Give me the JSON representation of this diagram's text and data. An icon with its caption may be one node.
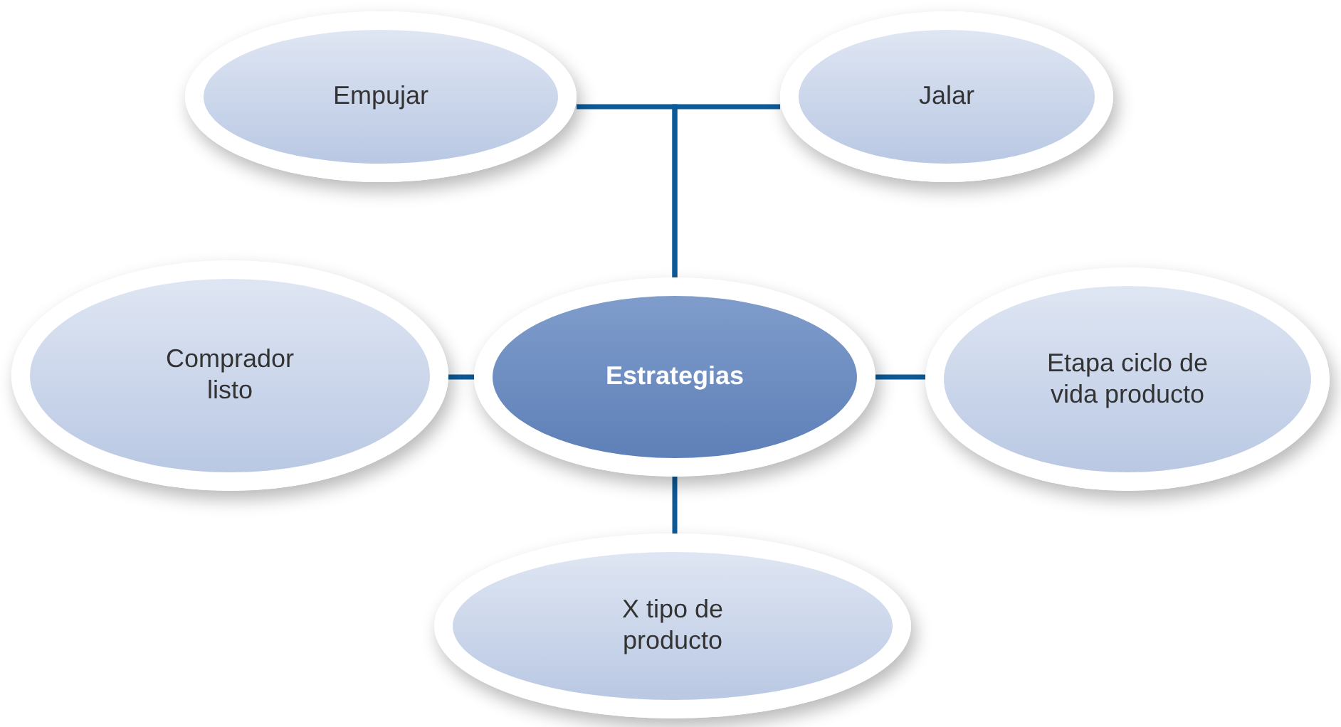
{
  "diagram": {
    "nodes": [
      {
        "text": [
          "Estrategias"
        ]
      },
      {
        "text": [
          "Empujar"
        ]
      },
      {
        "text": [
          "Jalar"
        ]
      },
      {
        "text": [
          "Comprador listo"
        ]
      },
      {
        "text": [
          "Etapa ciclo de vida producto"
        ]
      },
      {
        "text": [
          "X tipo de producto"
        ]
      }
    ],
    "edges": [
      {
        "from": 0,
        "to": 1,
        "arrow": "none"
      },
      {
        "from": 0,
        "to": 2,
        "arrow": "none"
      },
      {
        "from": 0,
        "to": 3,
        "arrow": "none"
      },
      {
        "from": 0,
        "to": 4,
        "arrow": "none"
      },
      {
        "from": 0,
        "to": 5,
        "arrow": "none"
      }
    ]
  }
}
